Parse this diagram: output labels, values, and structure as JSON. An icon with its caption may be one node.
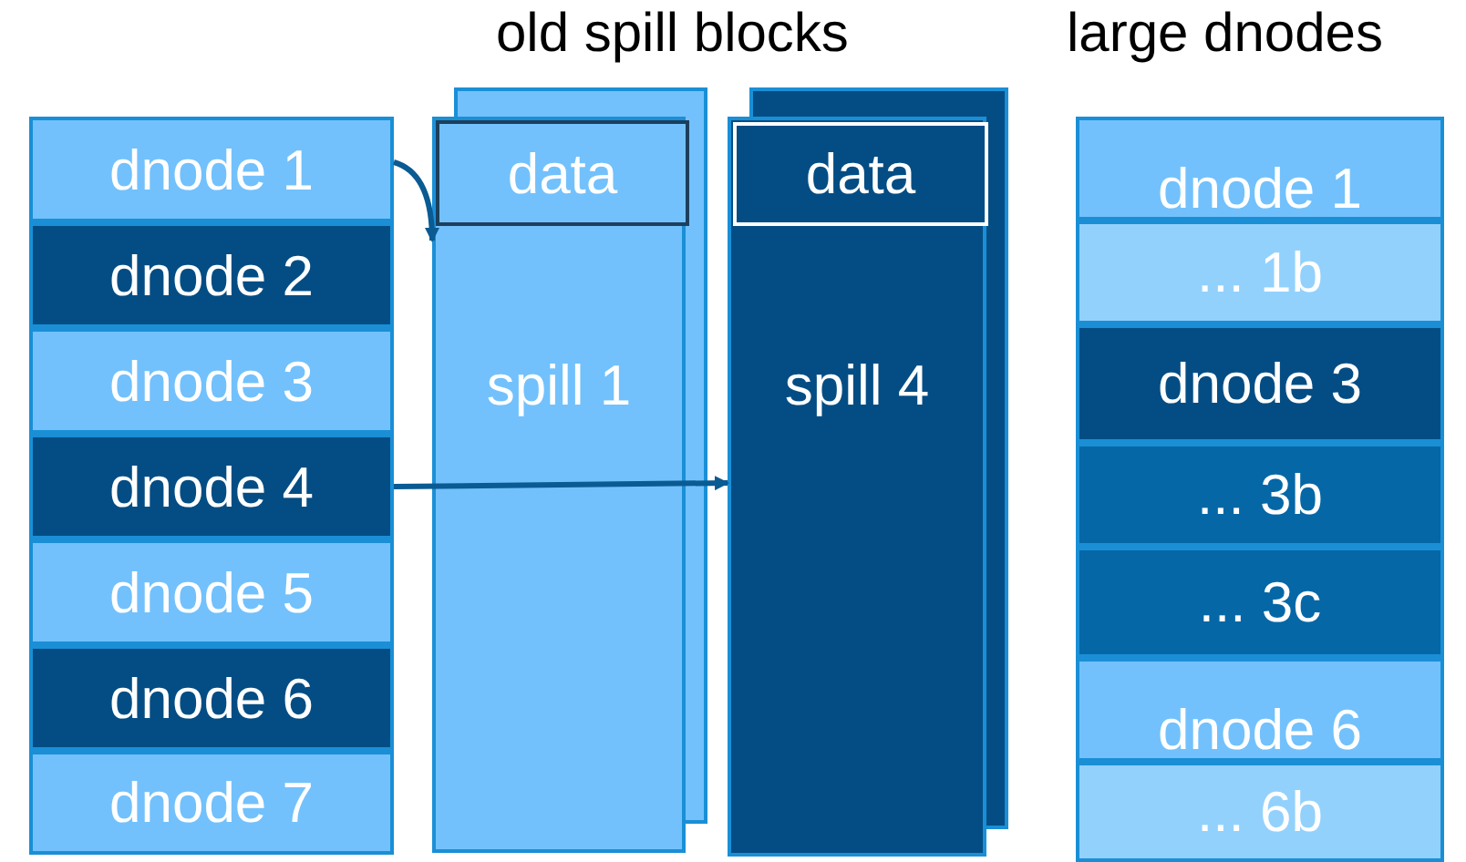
{
  "diagram": {
    "nodes": [
      {
        "text": [
          "dnode 1"
        ]
      },
      {
        "text": [
          "dnode 2"
        ]
      },
      {
        "text": [
          "dnode 3"
        ]
      },
      {
        "text": [
          "dnode 4"
        ]
      },
      {
        "text": [
          "dnode 5"
        ]
      },
      {
        "text": [
          "dnode 6"
        ]
      },
      {
        "text": [
          "dnode 7"
        ]
      },
      {
        "text": [
          "spill 1"
        ]
      },
      {
        "text": [
          "data"
        ],
        "in": 7
      },
      {
        "text": [
          "spill 4"
        ]
      },
      {
        "text": [
          "data"
        ],
        "in": 9
      },
      {
        "text": [
          "dnode 1"
        ]
      },
      {
        "text": [
          "... 1b"
        ]
      },
      {
        "text": [
          "dnode 3"
        ]
      },
      {
        "text": [
          "... 3b"
        ]
      },
      {
        "text": [
          "... 3c"
        ]
      },
      {
        "text": [
          "dnode 6"
        ]
      },
      {
        "text": [
          "... 6b"
        ]
      }
    ],
    "edges": [
      {
        "from": 0,
        "to": 7,
        "arrow": "to"
      },
      {
        "from": 3,
        "to": 9,
        "arrow": "to"
      }
    ],
    "labels": [
      "old spill blocks",
      "large dnodes"
    ]
  }
}
